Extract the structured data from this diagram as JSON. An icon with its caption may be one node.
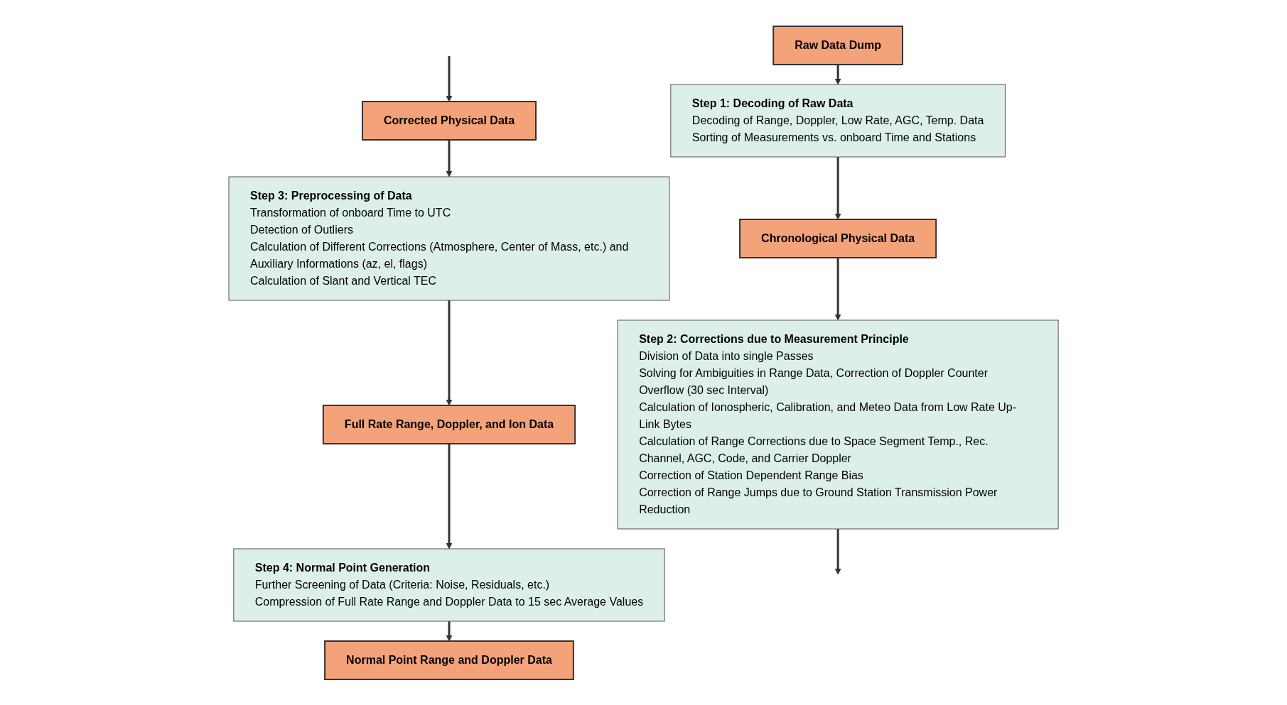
{
  "diagram": {
    "nodes": [
      {
        "text": [
          "Raw Data Dump"
        ]
      },
      {
        "text": [
          "Step 1: Decoding of Raw Data",
          "Decoding of Range, Doppler, Low Rate, AGC, Temp. Data",
          "Sorting of Measurements vs. onboard Time and Stations"
        ]
      },
      {
        "text": [
          "Chronological Physical Data"
        ]
      },
      {
        "text": [
          "Step 2: Corrections due to Measurement Principle",
          "Division of Data into single Passes",
          "Solving for Ambiguities in Range Data, Correction of Doppler Counter Overflow (30 sec Interval)",
          "Calculation of Ionospheric, Calibration, and Meteo Data from Low Rate Up-Link Bytes",
          "Calculation of Range Corrections due to Space Segment Temp., Rec. Channel, AGC, Code, and Carrier Doppler",
          "Correction of Station Dependent Range Bias",
          "Correction of Range Jumps due to Ground Station Transmission Power Reduction"
        ]
      },
      {
        "text": [
          "Corrected Physical Data"
        ]
      },
      {
        "text": [
          "Step 3: Preprocessing of Data",
          "Transformation of onboard Time to UTC",
          "Detection of Outliers",
          "Calculation of Different Corrections (Atmosphere, Center of Mass, etc.) and Auxiliary Informations (az, el, flags)",
          "Calculation of Slant and Vertical TEC"
        ]
      },
      {
        "text": [
          "Full Rate Range, Doppler, and Ion Data"
        ]
      },
      {
        "text": [
          "Step 4: Normal Point Generation",
          "Further Screening of Data (Criteria: Noise, Residuals, etc.)",
          "Compression of Full Rate Range and Doppler Data to 15 sec Average Values"
        ]
      },
      {
        "text": [
          "Normal Point Range and Doppler Data"
        ]
      }
    ],
    "edges": [
      {
        "from": 0,
        "to": 1,
        "arrow": "to"
      },
      {
        "from": 1,
        "to": 2,
        "arrow": "to"
      },
      {
        "from": 2,
        "to": 3,
        "arrow": "to"
      },
      {
        "from": 3,
        "to": null,
        "arrow": "to"
      },
      {
        "from": null,
        "to": 4,
        "arrow": "to"
      },
      {
        "from": 4,
        "to": 5,
        "arrow": "to"
      },
      {
        "from": 5,
        "to": 6,
        "arrow": "to"
      },
      {
        "from": 6,
        "to": 7,
        "arrow": "to"
      },
      {
        "from": 7,
        "to": 8,
        "arrow": "to"
      }
    ]
  }
}
